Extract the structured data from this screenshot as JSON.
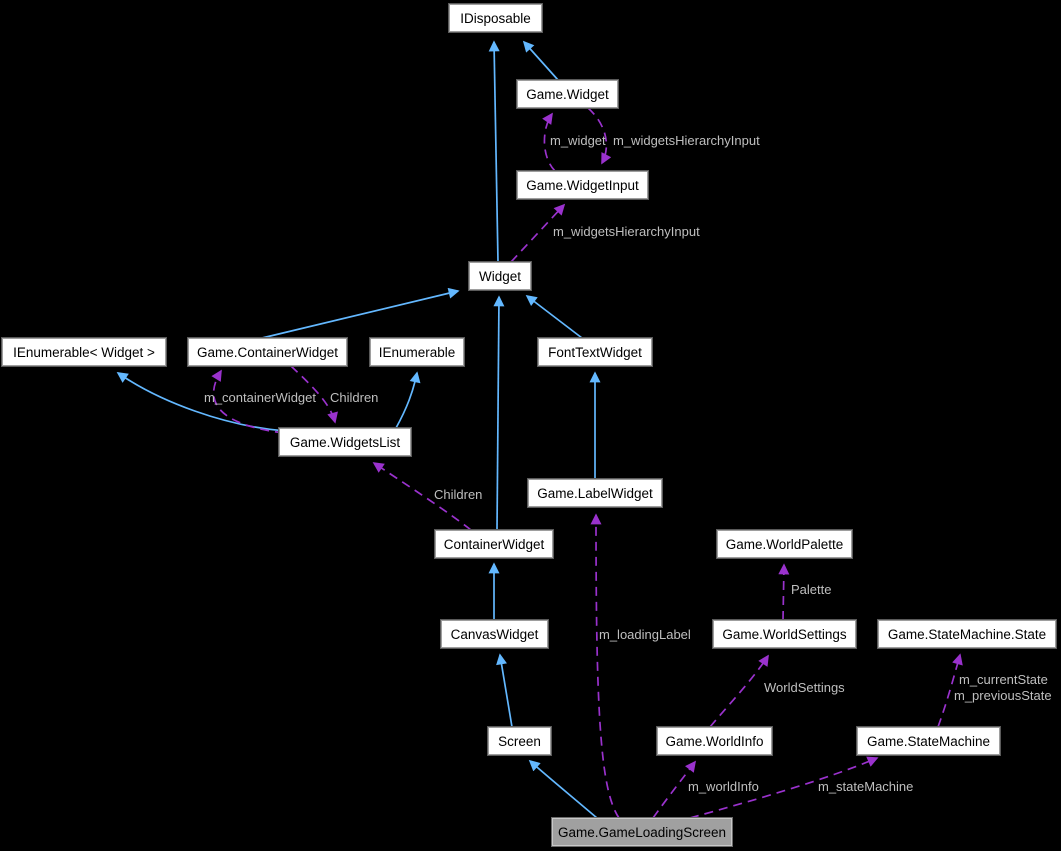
{
  "diagram": {
    "type": "class-collaboration-graph",
    "focus_node": "Game.GameLoadingScreen",
    "background_color": "#000000"
  },
  "colors": {
    "inheritance_edge": "#63b8ff",
    "usage_edge": "#9a32cd",
    "edge_label_text": "#bfbfbf",
    "node_fill": "#ffffff",
    "node_border": "#9e9e9e",
    "node_text": "#000000",
    "focus_node_fill": "#a0a0a0",
    "focus_node_border": "#c8c8c8"
  },
  "nodes": [
    {
      "label": "IDisposable"
    },
    {
      "label": "Game.Widget"
    },
    {
      "label": "Game.WidgetInput"
    },
    {
      "label": "Widget"
    },
    {
      "label": "IEnumerable< Widget >"
    },
    {
      "label": "Game.ContainerWidget"
    },
    {
      "label": "IEnumerable"
    },
    {
      "label": "FontTextWidget"
    },
    {
      "label": "Game.WidgetsList"
    },
    {
      "label": "Game.LabelWidget"
    },
    {
      "label": "ContainerWidget"
    },
    {
      "label": "Game.WorldPalette"
    },
    {
      "label": "CanvasWidget"
    },
    {
      "label": "Game.WorldSettings"
    },
    {
      "label": "Game.StateMachine.State"
    },
    {
      "label": "Screen"
    },
    {
      "label": "Game.WorldInfo"
    },
    {
      "label": "Game.StateMachine"
    },
    {
      "label": "Game.GameLoadingScreen",
      "highlighted": true
    }
  ],
  "edges": [
    {
      "from": "Game.Widget",
      "to": "IDisposable",
      "type": "inheritance"
    },
    {
      "from": "Widget",
      "to": "IDisposable",
      "type": "inheritance"
    },
    {
      "from": "Game.ContainerWidget",
      "to": "Widget",
      "type": "inheritance"
    },
    {
      "from": "FontTextWidget",
      "to": "Widget",
      "type": "inheritance"
    },
    {
      "from": "Game.LabelWidget",
      "to": "FontTextWidget",
      "type": "inheritance"
    },
    {
      "from": "Game.WidgetsList",
      "to": "IEnumerable< Widget >",
      "type": "inheritance"
    },
    {
      "from": "Game.WidgetsList",
      "to": "IEnumerable",
      "type": "inheritance"
    },
    {
      "from": "ContainerWidget",
      "to": "Widget",
      "type": "inheritance"
    },
    {
      "from": "CanvasWidget",
      "to": "ContainerWidget",
      "type": "inheritance"
    },
    {
      "from": "Screen",
      "to": "CanvasWidget",
      "type": "inheritance"
    },
    {
      "from": "Game.GameLoadingScreen",
      "to": "Screen",
      "type": "inheritance"
    },
    {
      "from": "Game.WidgetInput",
      "to": "Game.Widget",
      "type": "usage",
      "label": "m_widget"
    },
    {
      "from": "Game.Widget",
      "to": "Game.WidgetInput",
      "type": "usage",
      "label": "m_widgetsHierarchyInput"
    },
    {
      "from": "Widget",
      "to": "Game.WidgetInput",
      "type": "usage",
      "label": "m_widgetsHierarchyInput"
    },
    {
      "from": "Game.WidgetsList",
      "to": "Game.ContainerWidget",
      "type": "usage",
      "label": "m_containerWidget"
    },
    {
      "from": "Game.ContainerWidget",
      "to": "Game.WidgetsList",
      "type": "usage",
      "label": "Children"
    },
    {
      "from": "ContainerWidget",
      "to": "Game.WidgetsList",
      "type": "usage",
      "label": "Children"
    },
    {
      "from": "Game.GameLoadingScreen",
      "to": "Game.LabelWidget",
      "type": "usage",
      "label": "m_loadingLabel"
    },
    {
      "from": "Game.GameLoadingScreen",
      "to": "Game.WorldInfo",
      "type": "usage",
      "label": "m_worldInfo"
    },
    {
      "from": "Game.GameLoadingScreen",
      "to": "Game.StateMachine",
      "type": "usage",
      "label": "m_stateMachine"
    },
    {
      "from": "Game.WorldInfo",
      "to": "Game.WorldSettings",
      "type": "usage",
      "label": "WorldSettings"
    },
    {
      "from": "Game.WorldSettings",
      "to": "Game.WorldPalette",
      "type": "usage",
      "label": "Palette"
    },
    {
      "from": "Game.StateMachine",
      "to": "Game.StateMachine.State",
      "type": "usage",
      "labels": [
        "m_currentState",
        "m_previousState"
      ]
    }
  ]
}
